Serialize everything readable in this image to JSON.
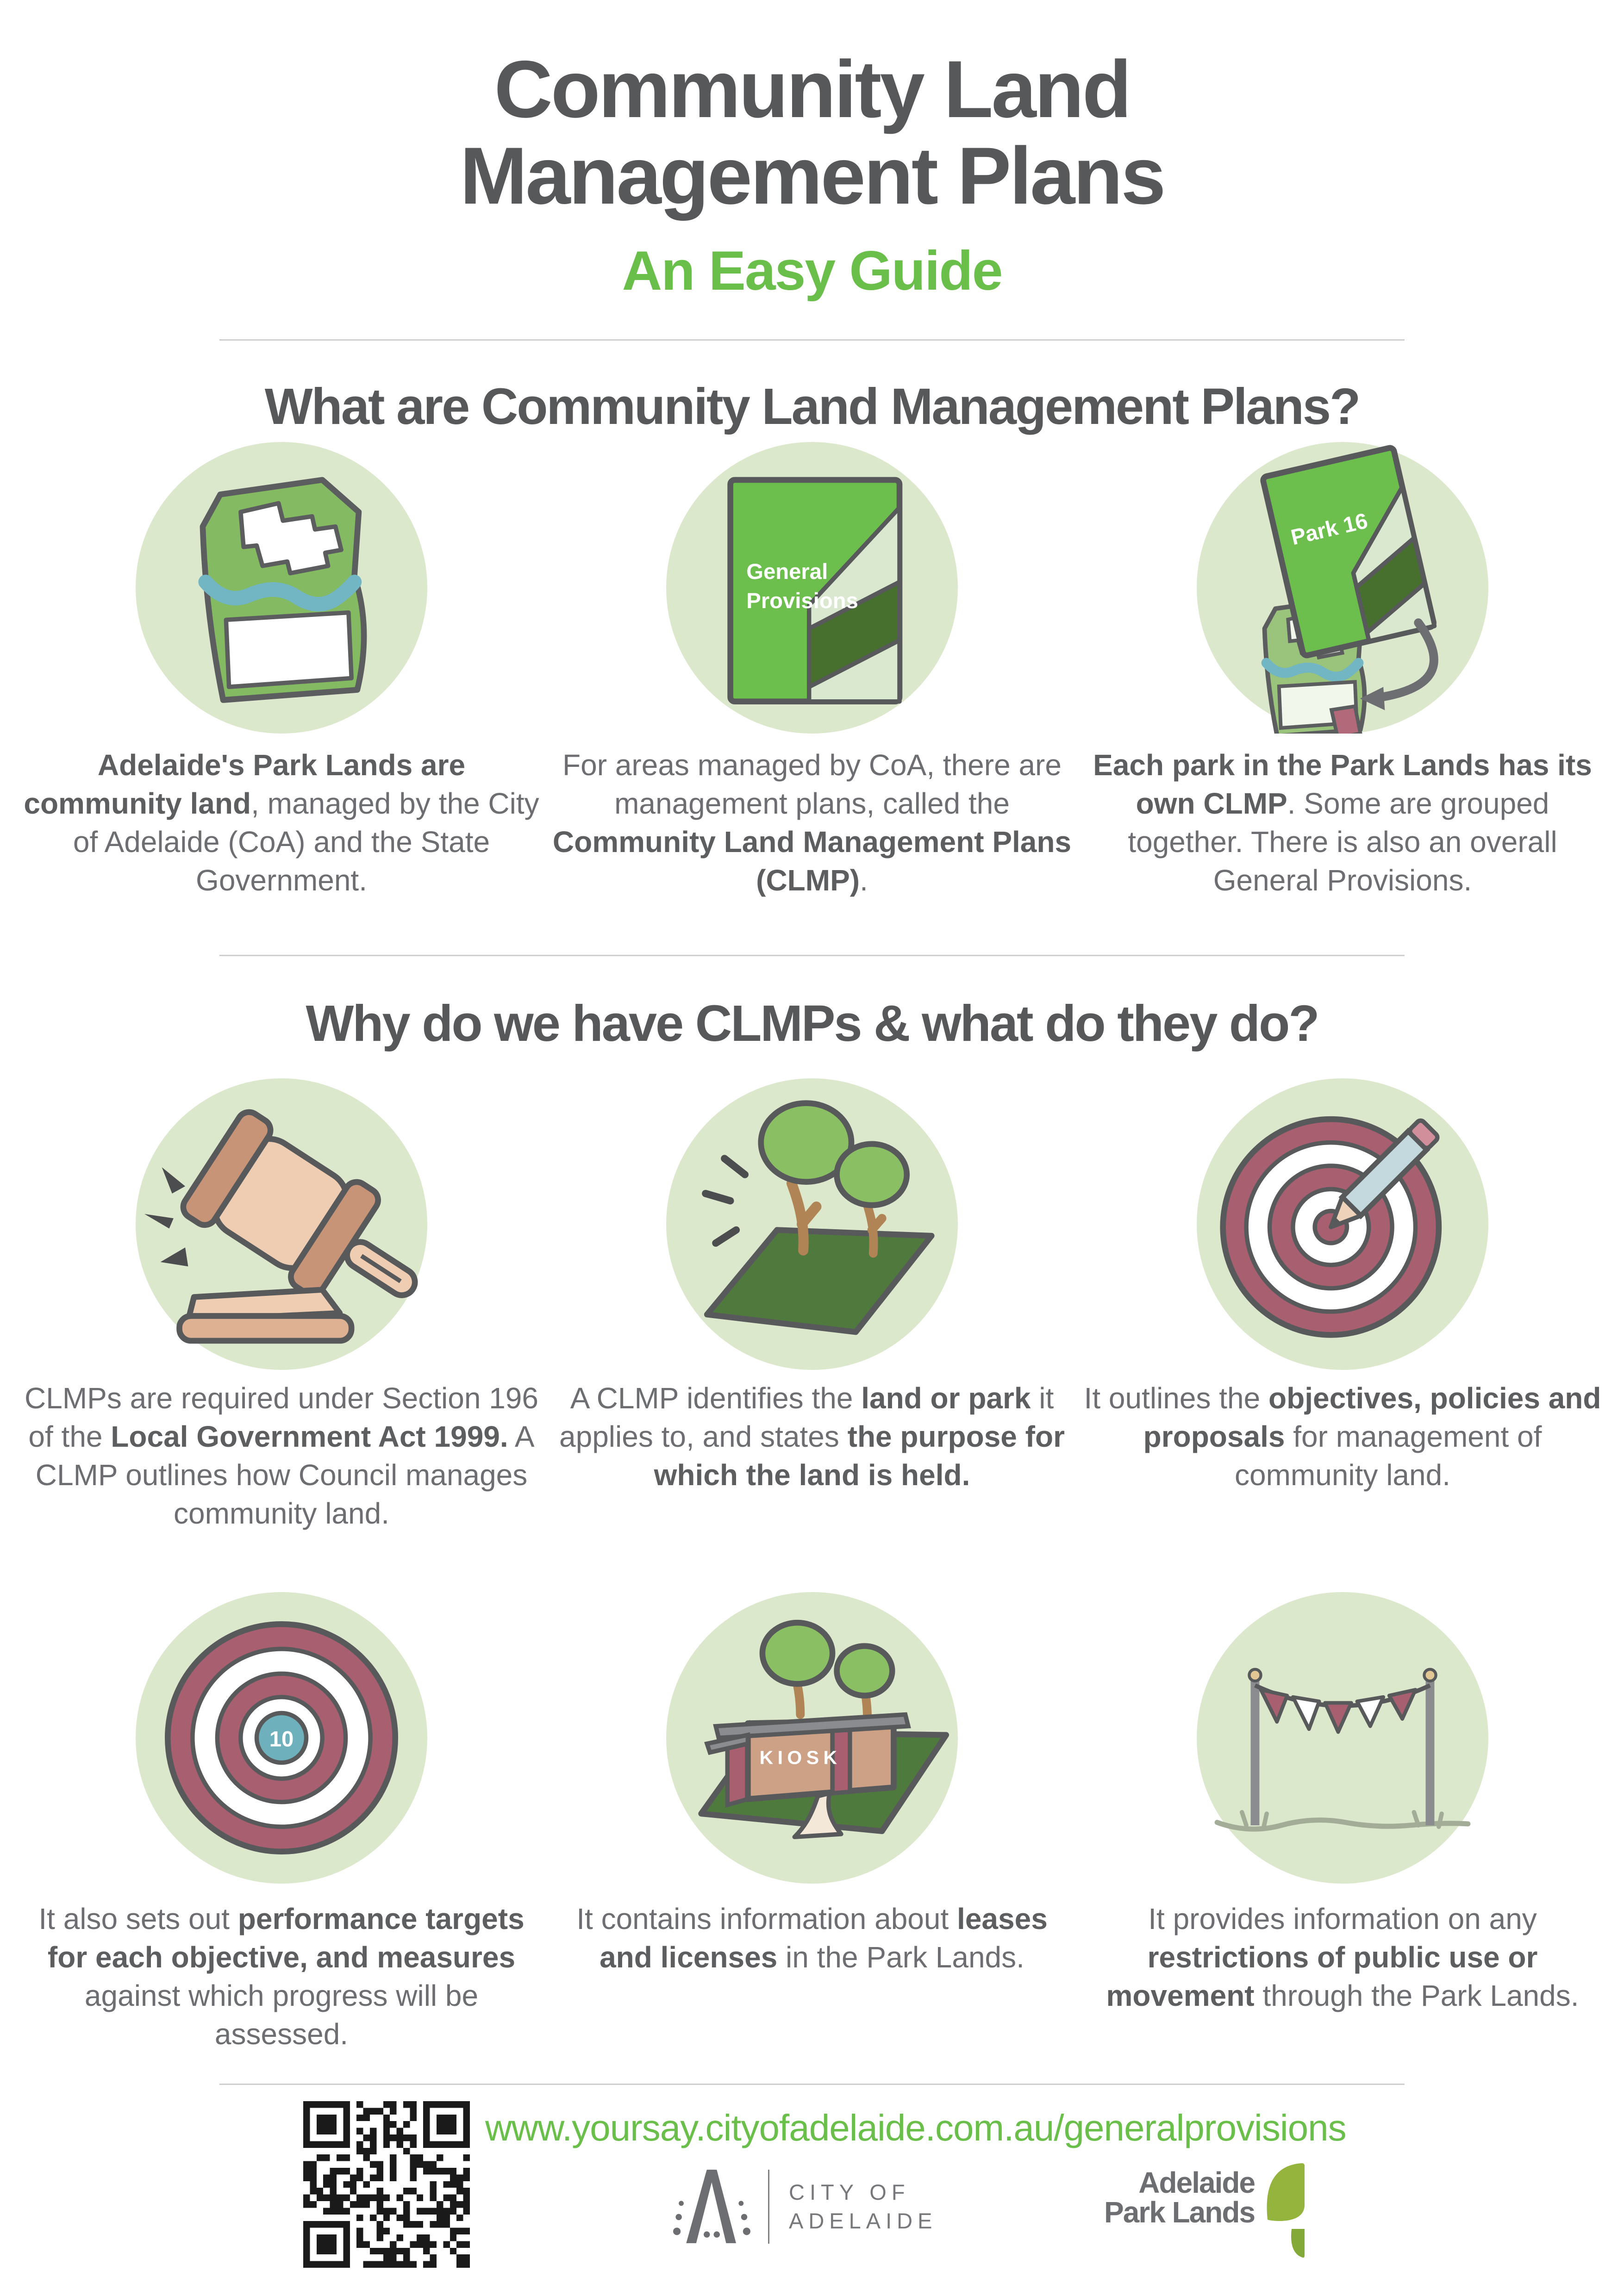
{
  "title": {
    "line1": "Community Land",
    "line2": "Management Plans",
    "subtitle": "An Easy Guide"
  },
  "section1": {
    "heading": "What are Community Land Management Plans?",
    "items": [
      {
        "icon": "park-lands-map-icon",
        "segments": [
          {
            "t": "Adelaide's Park Lands are community land",
            "b": true
          },
          {
            "t": ", managed by the City of Adelaide (CoA) and the State Government.",
            "b": false
          }
        ]
      },
      {
        "icon": "general-provisions-booklet-icon",
        "cover_line1": "General",
        "cover_line2": "Provisions",
        "segments": [
          {
            "t": "For areas managed by CoA, there are management plans, called the ",
            "b": false
          },
          {
            "t": "Community Land Management Plans (CLMP)",
            "b": true
          },
          {
            "t": ".",
            "b": false
          }
        ]
      },
      {
        "icon": "park-16-booklet-map-icon",
        "cover_title": "Park 16",
        "segments": [
          {
            "t": "Each park in the Park Lands has its own CLMP",
            "b": true
          },
          {
            "t": ". Some are grouped together. There is also an overall General Provisions.",
            "b": false
          }
        ]
      }
    ]
  },
  "section2": {
    "heading": "Why do we have CLMPs & what do they do?",
    "items": [
      {
        "icon": "gavel-icon",
        "segments": [
          {
            "t": "CLMPs are required under Section 196 of the ",
            "b": false
          },
          {
            "t": "Local Government Act 1999.",
            "b": true
          },
          {
            "t": " A CLMP outlines how Council manages community land.",
            "b": false
          }
        ]
      },
      {
        "icon": "park-land-trees-icon",
        "segments": [
          {
            "t": "A CLMP identifies the ",
            "b": false
          },
          {
            "t": "land or park",
            "b": true
          },
          {
            "t": " it applies to, and states ",
            "b": false
          },
          {
            "t": "the purpose for which the land is held.",
            "b": true
          }
        ]
      },
      {
        "icon": "target-pencil-icon",
        "segments": [
          {
            "t": "It outlines the ",
            "b": false
          },
          {
            "t": "objectives, policies and proposals",
            "b": true
          },
          {
            "t": " for management of community land.",
            "b": false
          }
        ]
      },
      {
        "icon": "target-ten-icon",
        "badge": "10",
        "segments": [
          {
            "t": "It also sets out ",
            "b": false
          },
          {
            "t": "performance targets for each objective, and measures",
            "b": true
          },
          {
            "t": " against which progress will be assessed.",
            "b": false
          }
        ]
      },
      {
        "icon": "kiosk-icon",
        "sign": "KIOSK",
        "segments": [
          {
            "t": "It contains information about ",
            "b": false
          },
          {
            "t": "leases and licenses",
            "b": true
          },
          {
            "t": " in the Park Lands.",
            "b": false
          }
        ]
      },
      {
        "icon": "bunting-flags-icon",
        "segments": [
          {
            "t": "It provides information on any ",
            "b": false
          },
          {
            "t": "restrictions of public use or movement",
            "b": true
          },
          {
            "t": " through the Park Lands.",
            "b": false
          }
        ]
      }
    ]
  },
  "footer": {
    "url": "www.yoursay.cityofadelaide.com.au/generalprovisions",
    "coa_logo": {
      "line1": "CITY OF",
      "line2": "ADELAIDE"
    },
    "apl_logo": {
      "line1": "Adelaide",
      "line2": "Park Lands"
    }
  },
  "colors": {
    "accent_green": "#6abf4b",
    "heading_gray": "#57585a",
    "body_gray": "#6d6e71",
    "circle_green": "#dbe8cc",
    "map_green": "#83ba62",
    "dark_lawn_green": "#4f7a3d",
    "river_blue": "#72b5c3",
    "maroon": "#a86070",
    "teal": "#6fb0bd",
    "gavel_tan": "#eecdb2"
  }
}
